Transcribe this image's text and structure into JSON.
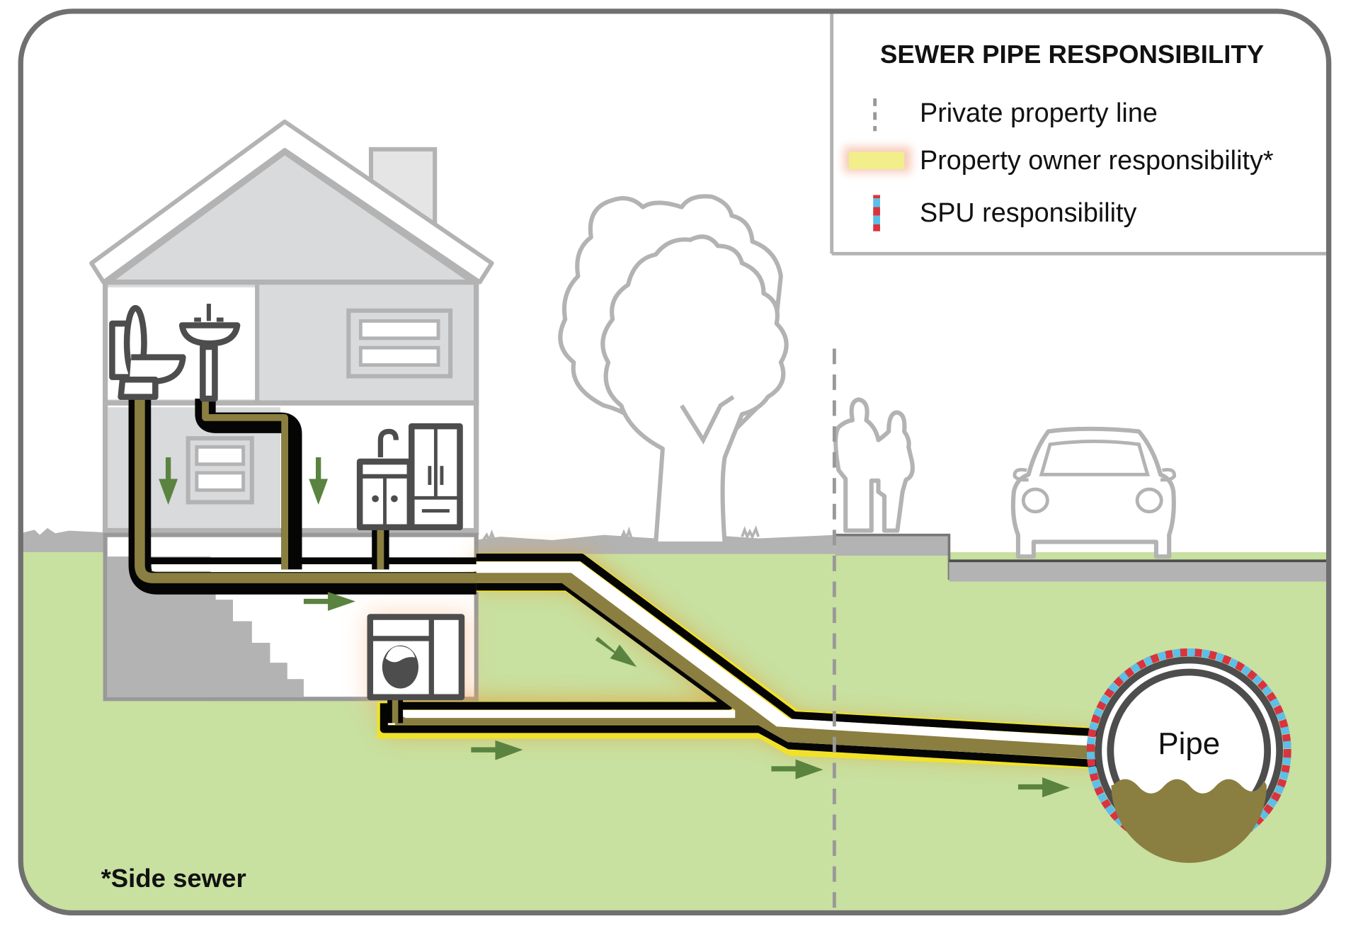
{
  "legend": {
    "title": "SEWER PIPE RESPONSIBILITY",
    "items": [
      {
        "label": "Private property line",
        "symbol": "dashed-gray-line",
        "color": "#999999"
      },
      {
        "label": "Property owner responsibility*",
        "symbol": "yellow-glow-bar",
        "color": "#f2ee8a"
      },
      {
        "label": "SPU responsibility",
        "symbol": "red-blue-striped-line",
        "colors": [
          "#d8343f",
          "#5bbfe8"
        ]
      }
    ]
  },
  "main_pipe": {
    "label": "Pipe"
  },
  "footnote": "*Side sewer",
  "colors": {
    "frame": "#707070",
    "ground": "#c8e0a0",
    "soil_strip": "#b3b3b3",
    "sewage": "#8a7f40",
    "pipe_outline": "#050505",
    "owner_highlight": "#f0e22a",
    "flow_arrow": "#5b8340",
    "house_fill": "#d8dadb",
    "outline_gray": "#b3b3b3"
  },
  "scene": {
    "objects": [
      "house",
      "toilet",
      "sink",
      "kitchen-sink-cabinet",
      "refrigerator",
      "washing-machine",
      "basement-stairs",
      "trees",
      "pedestrians",
      "car",
      "sidewalk",
      "street"
    ]
  }
}
